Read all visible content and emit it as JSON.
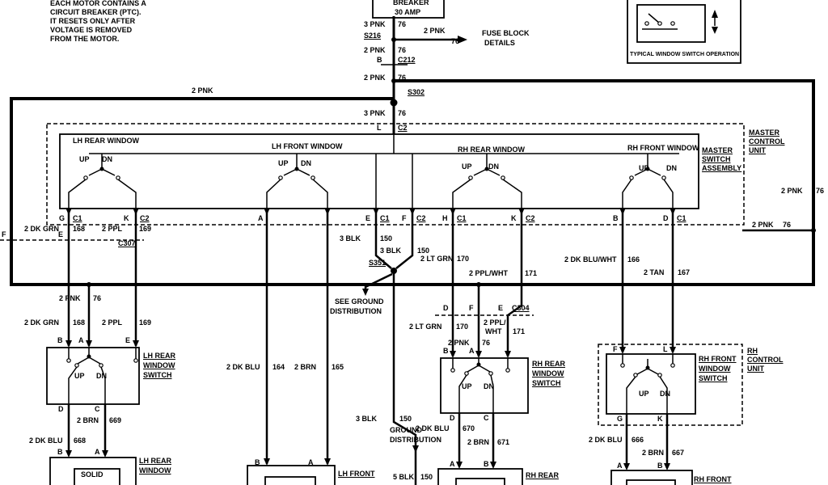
{
  "note": {
    "line1": "EACH MOTOR CONTAINS A",
    "line2": "CIRCUIT BREAKER (PTC).",
    "line3": "IT RESETS ONLY AFTER",
    "line4": "VOLTAGE IS REMOVED",
    "line5": "FROM THE MOTOR."
  },
  "breaker": {
    "title": "BREAKER",
    "rating": "30 AMP"
  },
  "fuse_block": {
    "line1": "FUSE BLOCK",
    "line2": "DETAILS"
  },
  "typical": {
    "caption": "TYPICAL WINDOW SWITCH OPERATION"
  },
  "master": {
    "assembly": {
      "line1": "MASTER",
      "line2": "SWITCH",
      "line3": "ASSEMBLY"
    },
    "control": {
      "line1": "MASTER",
      "line2": "CONTROL",
      "line3": "UNIT"
    },
    "lh_rear": "LH REAR WINDOW",
    "lh_front": "LH FRONT WINDOW",
    "rh_rear": "RH REAR WINDOW",
    "rh_front": "RH FRONT WINDOW"
  },
  "boxes": {
    "lh_rear_switch": {
      "line1": "LH REAR",
      "line2": "WINDOW",
      "line3": "SWITCH"
    },
    "rh_rear_switch": {
      "line1": "RH REAR",
      "line2": "WINDOW",
      "line3": "SWITCH"
    },
    "rh_front_switch": {
      "line1": "RH FRONT",
      "line2": "WINDOW",
      "line3": "SWITCH"
    },
    "rh_control": {
      "line1": "RH",
      "line2": "CONTROL",
      "line3": "UNIT"
    },
    "lh_rear_motor": {
      "line1": "LH REAR",
      "line2": "WINDOW",
      "inner": "SOLID"
    },
    "lh_front_motor": {
      "line1": "LH FRONT"
    },
    "rh_rear_motor": {
      "line1": "RH REAR"
    },
    "rh_front_motor": {
      "line1": "RH FRONT"
    }
  },
  "ground": {
    "see_line1": "SEE GROUND",
    "see_line2": "DISTRIBUTION",
    "dist_line1": "GROUND",
    "dist_line2": "DISTRIBUTION"
  },
  "splices": {
    "s216": "S216",
    "s302": "S302",
    "s351": "S351"
  },
  "connectors": {
    "c212": "C212",
    "c307": "C307",
    "c304": "C304",
    "c1": "C1",
    "c2": "C2"
  },
  "wires": {
    "pnk2": "2 PNK",
    "pnk3": "3 PNK",
    "blk3": "3 BLK",
    "blk5": "5 BLK",
    "dkgrn2": "2 DK GRN",
    "ppl2": "2 PPL",
    "pplwht2": "2 PPL/WHT",
    "ppl2b": "2 PPL/",
    "wht": "WHT",
    "brn2": "2 BRN",
    "dkblu2": "2 DK BLU",
    "dkbluwht2": "2 DK BLU/WHT",
    "ltgrn2": "2 LT GRN",
    "tan2": "2 TAN"
  },
  "circuits": {
    "n76": "76",
    "n150": "150",
    "n164": "164",
    "n165": "165",
    "n166": "166",
    "n167": "167",
    "n168": "168",
    "n169": "169",
    "n170": "170",
    "n171": "171",
    "n666": "666",
    "n667": "667",
    "n668": "668",
    "n669": "669",
    "n670": "670",
    "n671": "671"
  },
  "pins": {
    "a": "A",
    "b": "B",
    "c": "C",
    "d": "D",
    "e": "E",
    "f": "F",
    "g": "G",
    "h": "H",
    "k": "K",
    "l": "L"
  },
  "positions": {
    "up": "UP",
    "dn": "DN"
  }
}
